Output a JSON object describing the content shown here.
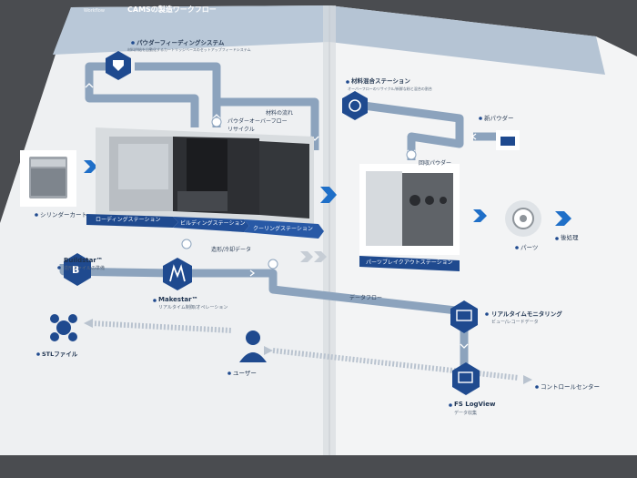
{
  "header": {
    "workflow_tag": "Workflow",
    "title": "CAMSの製造ワークフロー"
  },
  "nodes": {
    "powder_feeding": {
      "title": "パウダーフィーディングシステム",
      "desc": "材料供給を自動化するカートリッジベースのセットアップフィードシステム"
    },
    "material_mixing": {
      "title": "材料混合ステーション",
      "desc": "オーバーフローのリサイクル/新鮮な粉と混合の割合"
    },
    "new_powder": {
      "title": "新パウダー"
    },
    "powder_overflow": {
      "title": "パウダーオーバーフロー",
      "title2": "リサイクル"
    },
    "material_flow": {
      "title": "材料の流れ"
    },
    "recovered_powder": {
      "title": "回収パウダー"
    },
    "cylinder_cart": {
      "title": "シリンダーカート"
    },
    "stations": [
      "ローディングステーション",
      "ビルディングステーション",
      "クーリングステーション"
    ],
    "parts_breakout": {
      "title": "パーツブレイクアウトステーション"
    },
    "parts": {
      "title": "パーツ"
    },
    "post_process": {
      "title": "後処理"
    },
    "buildstar": {
      "title": "Buildstar™",
      "desc": "造形ファイルの準備"
    },
    "makestar": {
      "title": "Makestar™",
      "desc": "リアルタイム制御/オペレーション"
    },
    "build_data": {
      "title": "造形/冷却データ"
    },
    "data_flow": {
      "title": "データフロー"
    },
    "realtime_monitor": {
      "title": "リアルタイムモニタリング",
      "desc": "ビュー/レコードデータ"
    },
    "stl_file": {
      "title": "STLファイル"
    },
    "user": {
      "title": "ユーザー"
    },
    "control_center": {
      "title": "コントロールセンター"
    },
    "logview": {
      "title": "FS LogView",
      "desc": "データ収集"
    }
  },
  "colors": {
    "accent_blue": "#1f4a8f",
    "flow_path": "#8ca3bd",
    "page": "#eef0f2",
    "header_band": "#b9c8d8",
    "background": "#4a4c50"
  }
}
